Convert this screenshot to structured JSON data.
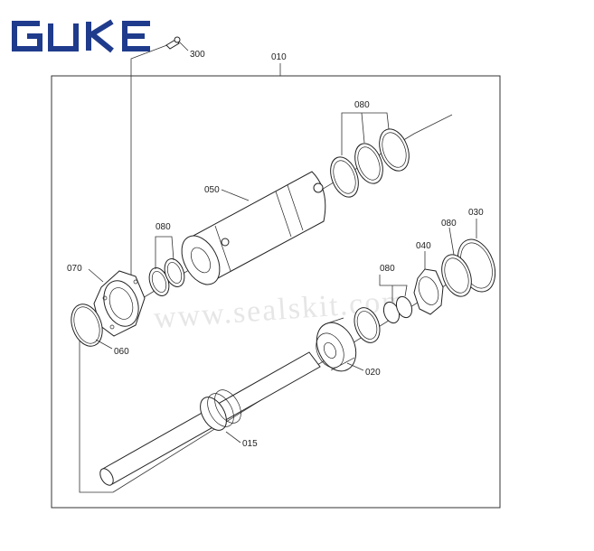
{
  "brand": {
    "name": "GUKE",
    "color": "#1f3b8c",
    "accent": "#111111"
  },
  "watermark": {
    "text": "www.sealskit.com"
  },
  "callouts": {
    "assembly": "010",
    "rod": "015",
    "piston": "020",
    "gland_nut": "030",
    "lock_ring": "040",
    "barrel": "050",
    "o_ring_060": "060",
    "flange": "070",
    "seal_kit_a": "080",
    "seal_kit_b": "080",
    "seal_kit_c": "080",
    "seal_kit_d": "080",
    "grease_fitting": "300"
  }
}
